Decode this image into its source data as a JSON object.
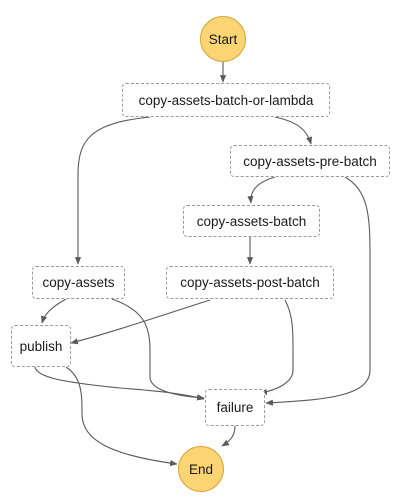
{
  "diagram": {
    "start_label": "Start",
    "end_label": "End",
    "states": {
      "batch_or_lambda": "copy-assets-batch-or-lambda",
      "pre_batch": "copy-assets-pre-batch",
      "batch": "copy-assets-batch",
      "copy_assets": "copy-assets",
      "post_batch": "copy-assets-post-batch",
      "publish": "publish",
      "failure": "failure"
    },
    "edges": [
      {
        "from": "Start",
        "to": "copy-assets-batch-or-lambda"
      },
      {
        "from": "copy-assets-batch-or-lambda",
        "to": "copy-assets"
      },
      {
        "from": "copy-assets-batch-or-lambda",
        "to": "copy-assets-pre-batch"
      },
      {
        "from": "copy-assets-pre-batch",
        "to": "copy-assets-batch"
      },
      {
        "from": "copy-assets-pre-batch",
        "to": "failure"
      },
      {
        "from": "copy-assets-batch",
        "to": "copy-assets-post-batch"
      },
      {
        "from": "copy-assets",
        "to": "publish"
      },
      {
        "from": "copy-assets",
        "to": "failure"
      },
      {
        "from": "copy-assets-post-batch",
        "to": "publish"
      },
      {
        "from": "copy-assets-post-batch",
        "to": "failure"
      },
      {
        "from": "publish",
        "to": "failure"
      },
      {
        "from": "publish",
        "to": "End"
      },
      {
        "from": "failure",
        "to": "End"
      }
    ]
  },
  "colors": {
    "terminal_fill": "#fbd473",
    "terminal_border": "#d9a63a",
    "node_border": "#9a9a9a",
    "edge": "#5a5a5a"
  }
}
